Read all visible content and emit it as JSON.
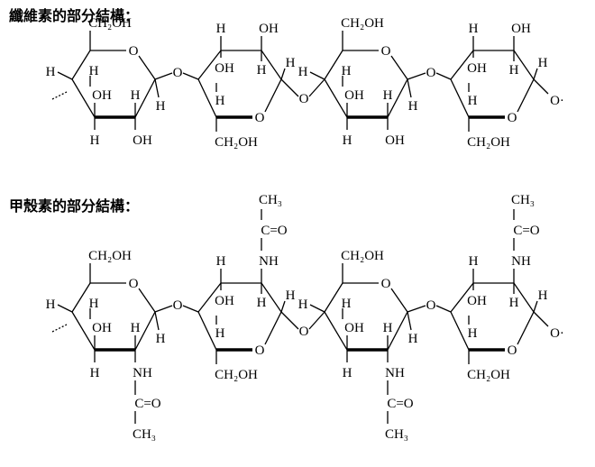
{
  "headings": {
    "cellulose": "纖維素的部分結構：",
    "chitin": "甲殼素的部分結構："
  },
  "labels": {
    "H": "H",
    "OH": "OH",
    "O": "O",
    "CH2OH": "CH₂OH",
    "NH": "NH",
    "CH3": "CH₃",
    "C_eq_O": "C=O",
    "O_link": "O·"
  }
}
